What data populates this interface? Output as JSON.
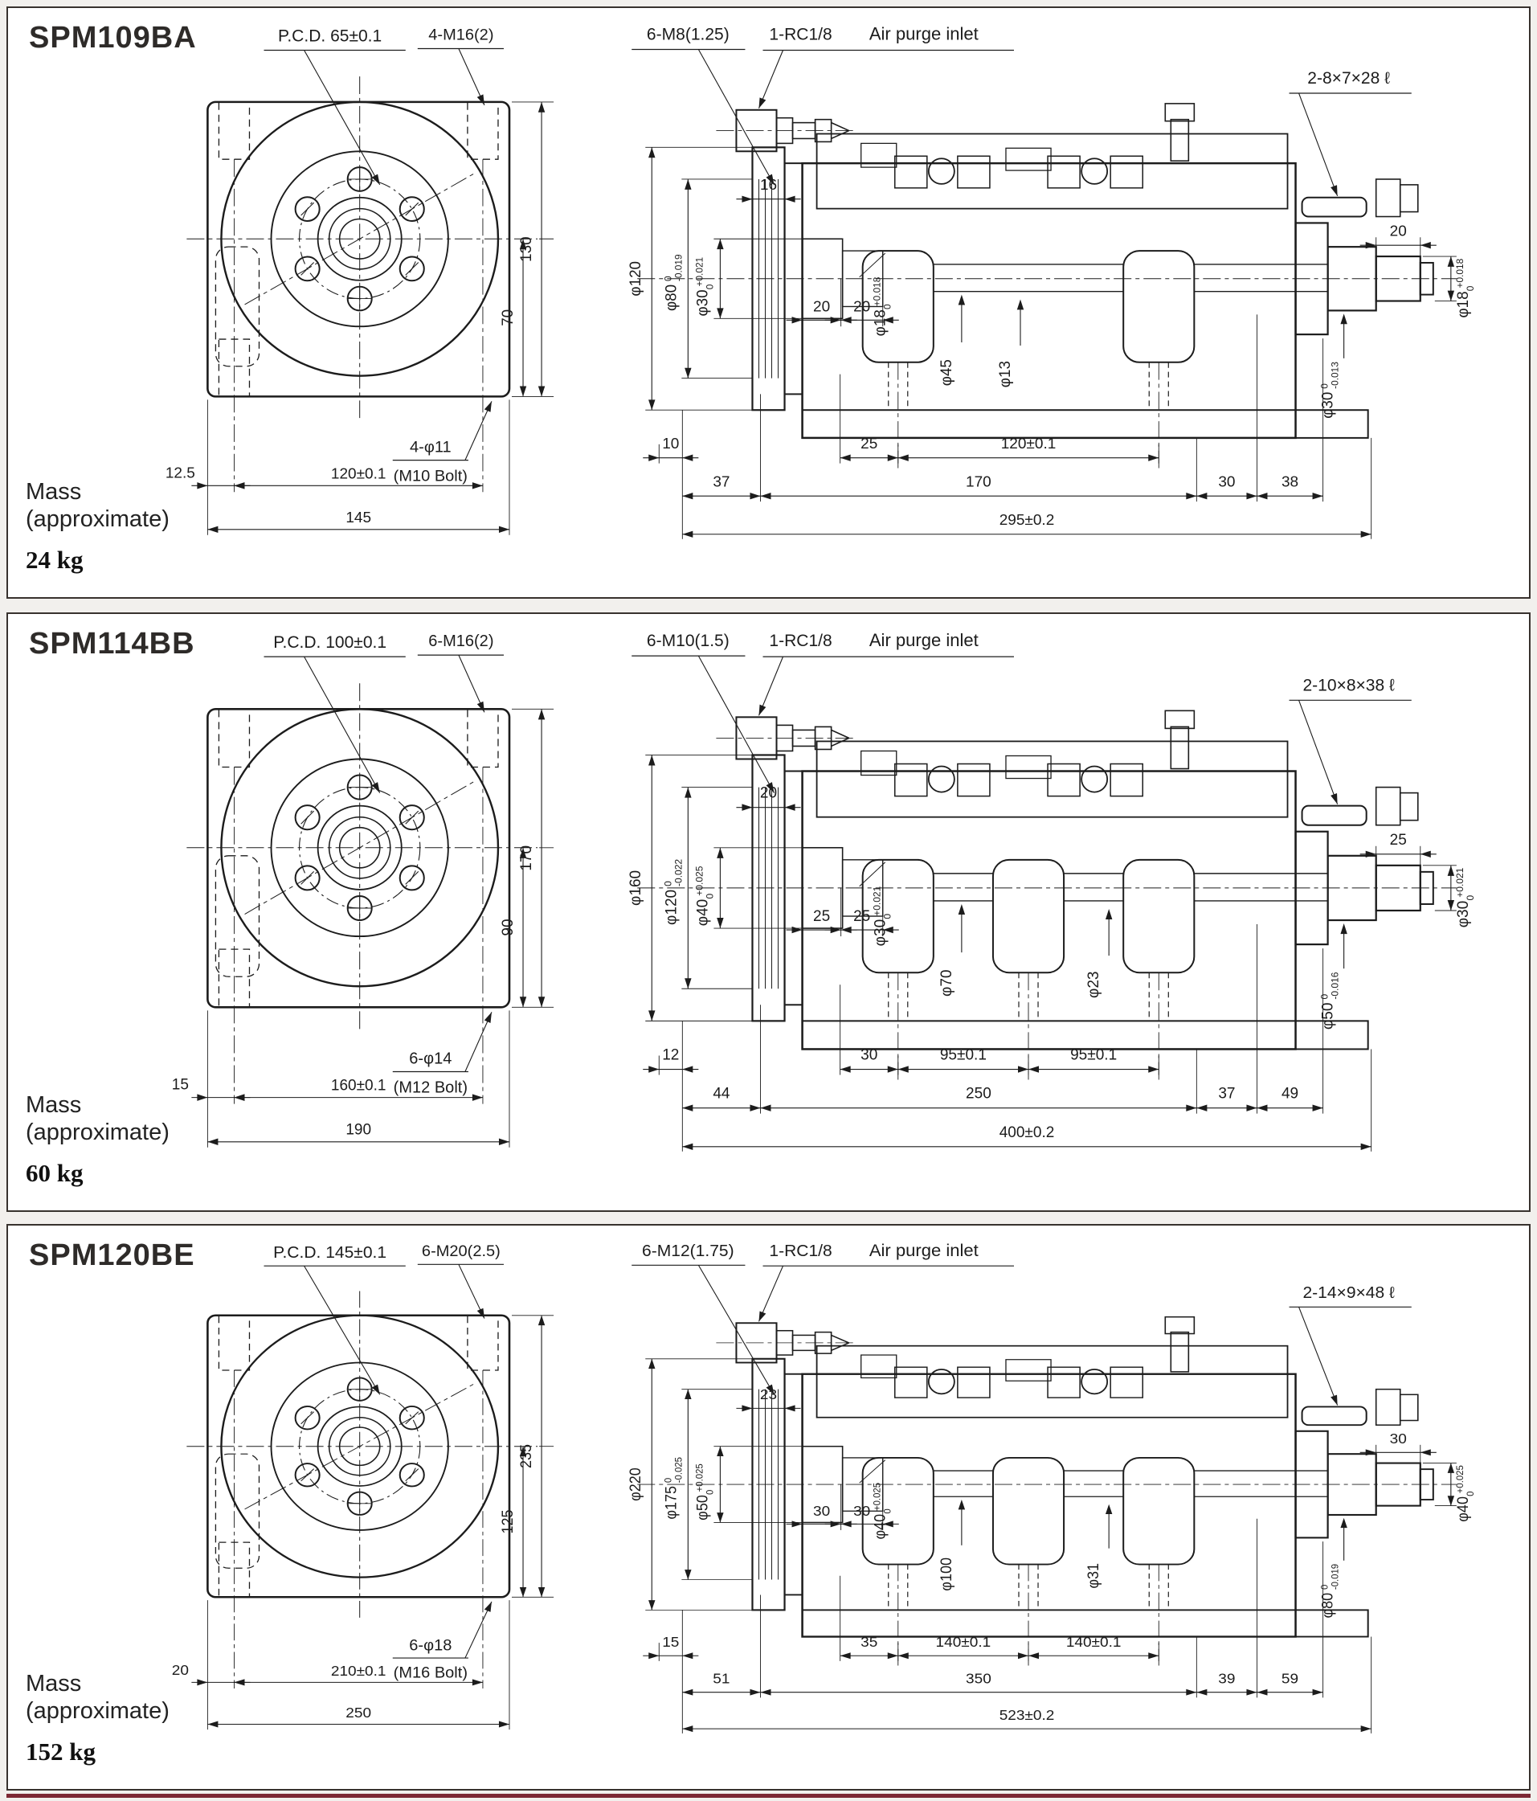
{
  "page": {
    "background": "#f2f0ed",
    "panel_background": "#ffffff",
    "panel_border": "#38322e",
    "line_color": "#1c1c1c",
    "bottom_rule_color": "#7d2834"
  },
  "panels": [
    {
      "title": "SPM109BA",
      "mass": {
        "label": "Mass",
        "sublabel": "(approximate)",
        "value": "24 kg"
      },
      "front": {
        "pcd_label": "P.C.D.  65±0.1",
        "corner_tap_label": "4-M16(2)",
        "hole_label": "4-φ11",
        "hole_note": "(M10 Bolt)",
        "dim_height": "130",
        "dim_center_to_bottom": "70",
        "dim_edge_offset": "12.5",
        "dim_hole_span": "120±0.1",
        "dim_width": "145"
      },
      "side": {
        "tap_label": "6-M8(1.25)",
        "purge_label": "1-RC1/8",
        "purge_note": "Air purge inlet",
        "key_label": "2-8×7×28 ℓ",
        "dia_left": [
          {
            "v": "φ120"
          },
          {
            "v": "φ80",
            "up": "0",
            "lo": "-0.019"
          },
          {
            "v": "φ30",
            "up": "+0.021",
            "lo": "0"
          }
        ],
        "dim_face_offset": "16",
        "dim_pair": [
          "20",
          "20"
        ],
        "dia_bore": {
          "v": "φ18",
          "up": "+0.018",
          "lo": "0"
        },
        "dia_gear": {
          "v": "φ45"
        },
        "dia_inner": {
          "v": "φ13"
        },
        "dia_output": {
          "v": "φ30",
          "up": "0",
          "lo": "-0.013"
        },
        "dim_end_length": "20",
        "dia_end": {
          "v": "φ18",
          "up": "+0.018",
          "lo": "0"
        },
        "dims_row_a": [
          "10",
          "25",
          "120±0.1"
        ],
        "dims_row_b": [
          "37",
          "170",
          "30",
          "38"
        ],
        "dim_overall": "295±0.2"
      }
    },
    {
      "title": "SPM114BB",
      "mass": {
        "label": "Mass",
        "sublabel": "(approximate)",
        "value": "60 kg"
      },
      "front": {
        "pcd_label": "P.C.D. 100±0.1",
        "corner_tap_label": "6-M16(2)",
        "hole_label": "6-φ14",
        "hole_note": "(M12 Bolt)",
        "dim_height": "170",
        "dim_center_to_bottom": "90",
        "dim_edge_offset": "15",
        "dim_hole_span": "160±0.1",
        "dim_width": "190"
      },
      "side": {
        "tap_label": "6-M10(1.5)",
        "purge_label": "1-RC1/8",
        "purge_note": "Air purge inlet",
        "key_label": "2-10×8×38 ℓ",
        "dia_left": [
          {
            "v": "φ160"
          },
          {
            "v": "φ120",
            "up": "0",
            "lo": "-0.022"
          },
          {
            "v": "φ40",
            "up": "+0.025",
            "lo": "0"
          }
        ],
        "dim_face_offset": "20",
        "dim_pair": [
          "25",
          "25"
        ],
        "dia_bore": {
          "v": "φ30",
          "up": "+0.021",
          "lo": "0"
        },
        "dia_gear": {
          "v": "φ70"
        },
        "dia_inner": {
          "v": "φ23"
        },
        "dia_output": {
          "v": "φ50",
          "up": "0",
          "lo": "-0.016"
        },
        "dim_end_length": "25",
        "dia_end": {
          "v": "φ30",
          "up": "+0.021",
          "lo": "0"
        },
        "dims_row_a": [
          "12",
          "30",
          "95±0.1",
          "95±0.1"
        ],
        "dims_row_b": [
          "44",
          "250",
          "37",
          "49"
        ],
        "dim_overall": "400±0.2"
      }
    },
    {
      "title": "SPM120BE",
      "mass": {
        "label": "Mass",
        "sublabel": "(approximate)",
        "value": "152 kg"
      },
      "front": {
        "pcd_label": "P.C.D. 145±0.1",
        "corner_tap_label": "6-M20(2.5)",
        "hole_label": "6-φ18",
        "hole_note": "(M16 Bolt)",
        "dim_height": "235",
        "dim_center_to_bottom": "125",
        "dim_edge_offset": "20",
        "dim_hole_span": "210±0.1",
        "dim_width": "250"
      },
      "side": {
        "tap_label": "6-M12(1.75)",
        "purge_label": "1-RC1/8",
        "purge_note": "Air purge inlet",
        "key_label": "2-14×9×48 ℓ",
        "dia_left": [
          {
            "v": "φ220"
          },
          {
            "v": "φ175",
            "up": "0",
            "lo": "-0.025"
          },
          {
            "v": "φ50",
            "up": "+0.025",
            "lo": "0"
          }
        ],
        "dim_face_offset": "23",
        "dim_pair": [
          "30",
          "30"
        ],
        "dia_bore": {
          "v": "φ40",
          "up": "+0.025",
          "lo": "0"
        },
        "dia_gear": {
          "v": "φ100"
        },
        "dia_inner": {
          "v": "φ31"
        },
        "dia_output": {
          "v": "φ80",
          "up": "0",
          "lo": "-0.019"
        },
        "dim_end_length": "30",
        "dia_end": {
          "v": "φ40",
          "up": "+0.025",
          "lo": "0"
        },
        "dims_row_a": [
          "15",
          "35",
          "140±0.1",
          "140±0.1"
        ],
        "dims_row_b": [
          "51",
          "350",
          "39",
          "59"
        ],
        "dim_overall": "523±0.2"
      }
    }
  ]
}
